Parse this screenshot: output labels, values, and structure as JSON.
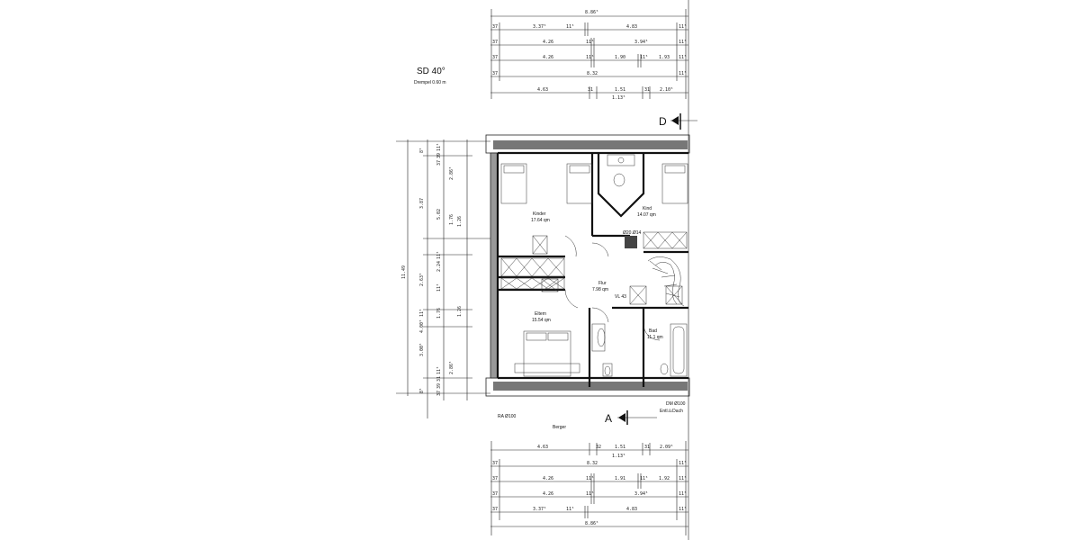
{
  "header": {
    "roof": "SD 40°",
    "kneewall": "Drempel 0.60 m"
  },
  "top_dims": [
    [
      "8.86⁵"
    ],
    [
      "37",
      "3.37⁵",
      "11⁵",
      "4.83",
      "11⁵"
    ],
    [
      "37",
      "4.26",
      "11⁵",
      "3.94⁵",
      "11⁵"
    ],
    [
      "37",
      "4.26",
      "11⁵",
      "1.90",
      "11⁵",
      "1.93",
      "11⁵"
    ],
    [
      "37",
      "8.32",
      "11⁵"
    ],
    [
      "4.63",
      "31",
      "1.51",
      "31",
      "2.10⁵"
    ],
    [
      "1.13⁵"
    ]
  ],
  "bottom_dims": [
    [
      "4.63",
      "32",
      "1.51",
      "31",
      "2.09⁵"
    ],
    [
      "1.13⁵"
    ],
    [
      "37",
      "8.32",
      "11⁵"
    ],
    [
      "37",
      "4.26",
      "11⁵",
      "1.91",
      "11⁵",
      "1.92",
      "11⁵"
    ],
    [
      "37",
      "4.26",
      "11⁵",
      "3.94⁵",
      "11⁵"
    ],
    [
      "37",
      "3.37⁵",
      "11⁵",
      "4.83",
      "11⁵"
    ],
    [
      "8.86⁵"
    ]
  ],
  "left_dims": {
    "outer": [
      "11.49"
    ],
    "col1": [
      "8⁵",
      "3.87",
      "2.63⁵",
      "11⁵",
      "4.00⁵",
      "3.00⁵",
      "8⁵"
    ],
    "col2": [
      "11⁵",
      "39",
      "37",
      "5.02",
      "11⁵",
      "2.24",
      "11⁵",
      "1.76",
      "11⁵",
      "31",
      "39",
      "37"
    ],
    "col3": [
      "2.86⁵",
      "1.76",
      "1.26",
      "1.26",
      "2.86⁵"
    ]
  },
  "rooms": {
    "kinder": {
      "name": "Kinder",
      "area": "17.64 qm"
    },
    "kind": {
      "name": "Kind",
      "area": "14.07 qm"
    },
    "flur": {
      "name": "Flur",
      "area": "7.98 qm"
    },
    "eltern": {
      "name": "Eltern",
      "area": "15.54 qm"
    },
    "bad": {
      "name": "Bad",
      "area": "11.1 qm"
    }
  },
  "notes": {
    "chimney": "Ø20.Ø14",
    "vl": "VL 43",
    "ra": "RA Ø100",
    "berger": "Berger",
    "dm": "DM Ø100",
    "entl": "Entl.ü.Dach"
  },
  "sections": {
    "d": "D",
    "a": "A"
  }
}
